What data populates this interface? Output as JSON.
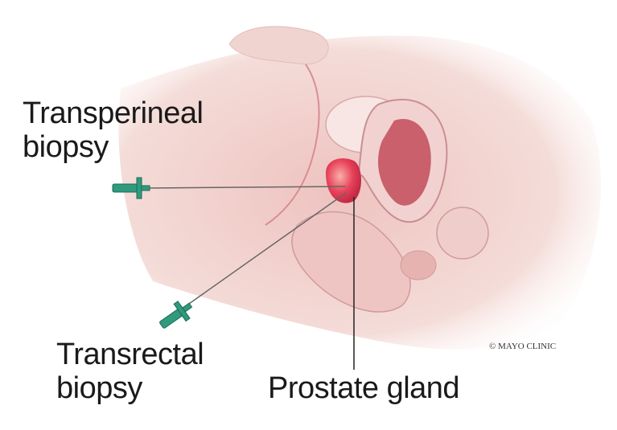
{
  "labels": {
    "transperineal": [
      "Transperineal",
      "biopsy"
    ],
    "transrectal": [
      "Transrectal",
      "biopsy"
    ],
    "prostate": "Prostate gland"
  },
  "copyright": "© MAYO CLINIC",
  "colors": {
    "skin": "#f3d6d2",
    "tissue": "#e9b9b6",
    "prostate": "#e8425a",
    "bladder": "#c9606c",
    "needle_handle": "#2f9a7e"
  }
}
